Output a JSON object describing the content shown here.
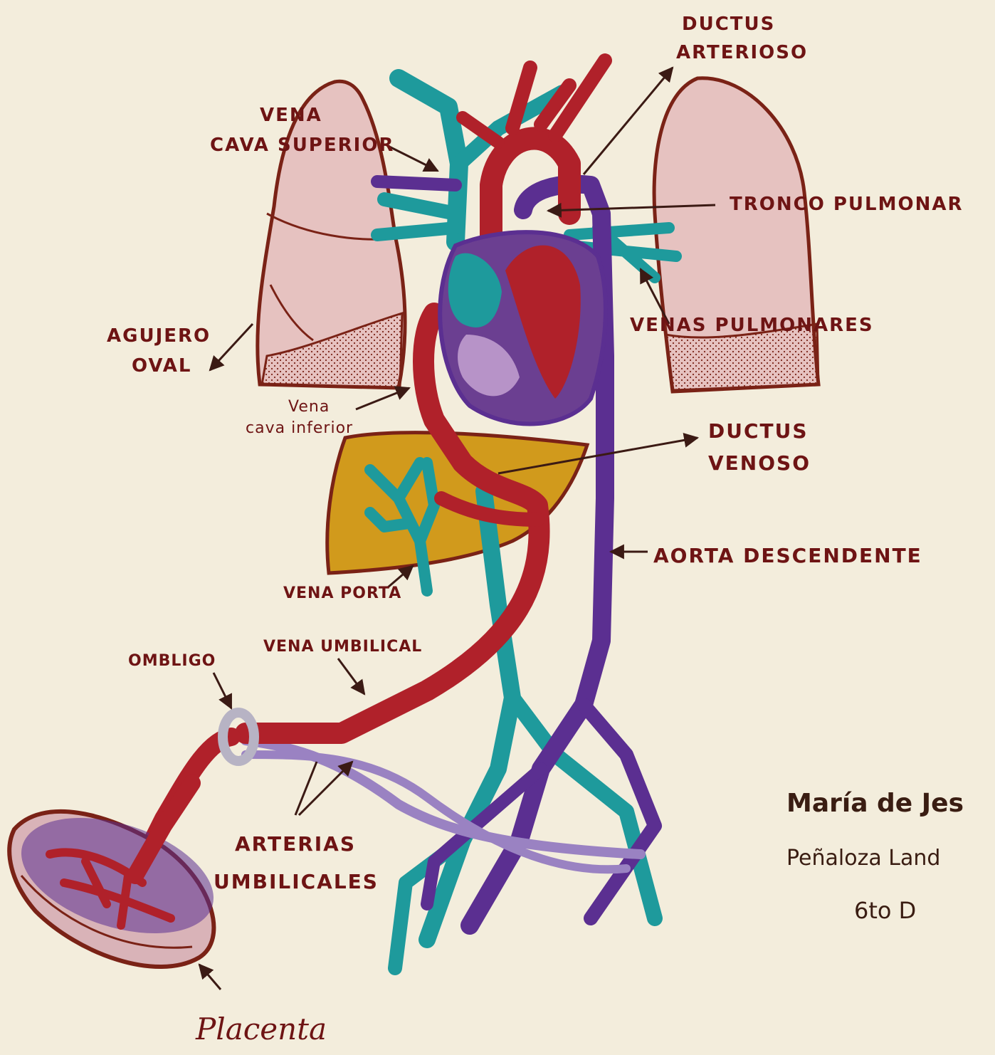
{
  "colors": {
    "paper": "#f3eddc",
    "oxygenated": "#b0212a",
    "venous_teal": "#1e9a9c",
    "arterial_purple": "#5b2f91",
    "umbilical_arteries": "#9a82c2",
    "lung": "#e6c2c0",
    "liver": "#d19a1c",
    "outline": "#7a2216",
    "label": "#6e1414"
  },
  "labels": {
    "ductus_arterioso": [
      "DUCTUS",
      "ARTERIOSO"
    ],
    "vena_cava_superior": [
      "VENA",
      "CAVA SUPERIOR"
    ],
    "tronco_pulmonar": "TRONCO PULMONAR",
    "venas_pulmonares": "VENAS PULMONARES",
    "agujero_oval": [
      "AGUJERO",
      "OVAL"
    ],
    "vena_cava_inferior": [
      "Vena",
      "cava inferior"
    ],
    "ductus_venoso": [
      "DUCTUS",
      "VENOSO"
    ],
    "aorta_descendente": "AORTA DESCENDENTE",
    "vena_porta": "VENA PORTA",
    "ombligo": "OMBLIGO",
    "vena_umbilical": "VENA UMBILICAL",
    "arterias_umbilicales": [
      "ARTERIAS",
      "UMBILICALES"
    ],
    "placenta": "Placenta"
  },
  "signature": {
    "name": "María de Jes",
    "surname": "Peñaloza Land",
    "group": "6to D"
  }
}
